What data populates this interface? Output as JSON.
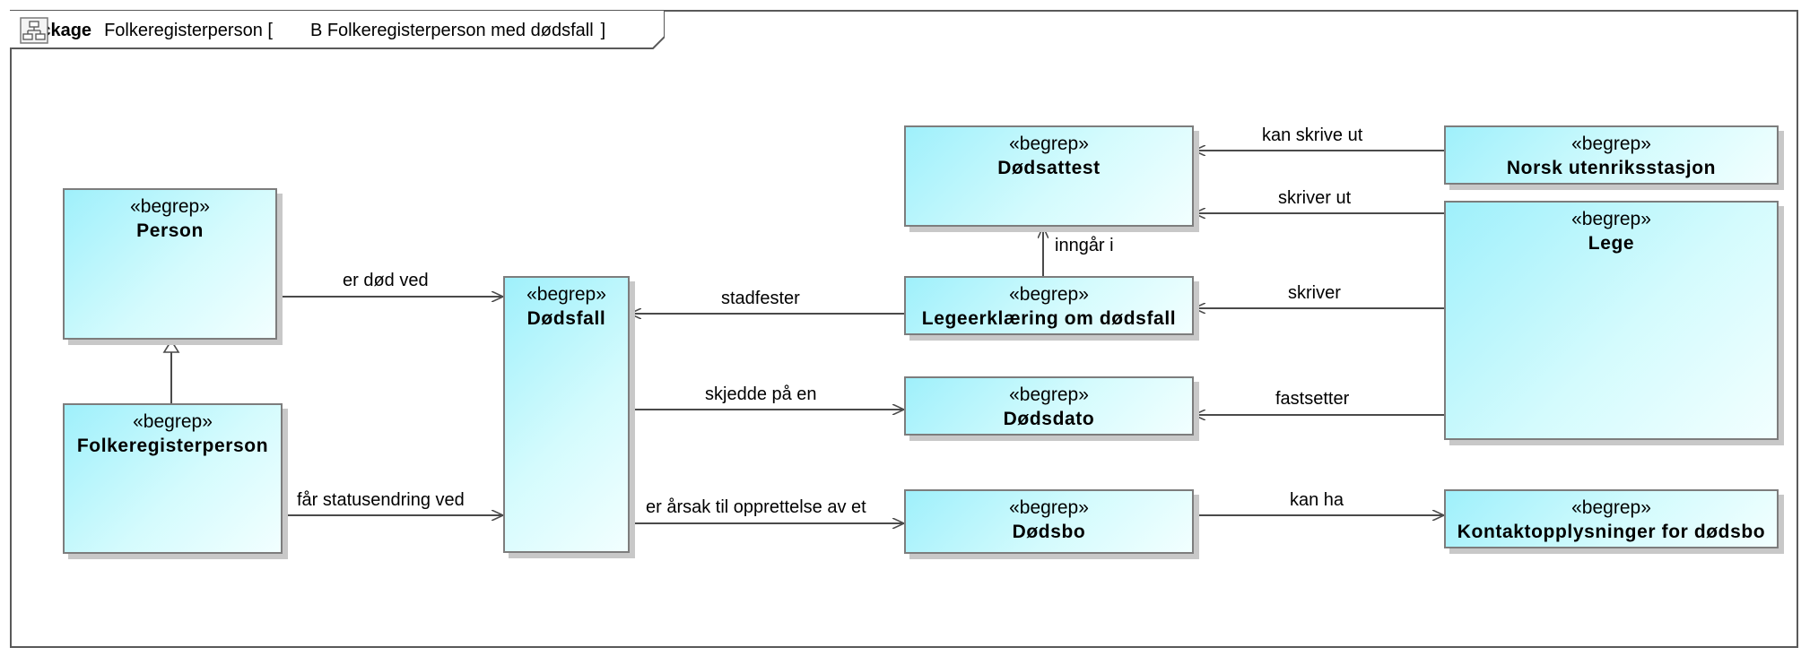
{
  "package": {
    "keyword": "package",
    "name": "Folkeregisterperson [",
    "diagram_title": "B Folkeregisterperson med dødsfall",
    "close": "]",
    "diagram_icon": "class-diagram-icon"
  },
  "stereotype": "«begrep»",
  "nodes": {
    "person": "Person",
    "folkeregisterperson": "Folkeregisterperson",
    "dodsfall": "Dødsfall",
    "dodsattest": "Dødsattest",
    "legeerklaering": "Legeerklæring om dødsfall",
    "dodsdato": "Dødsdato",
    "dodsbo": "Dødsbo",
    "norsk_utenriksstasjon": "Norsk utenriksstasjon",
    "lege": "Lege",
    "kontaktopplysninger": "Kontaktopplysninger for dødsbo"
  },
  "edges": {
    "er_dod_ved": "er død ved",
    "far_statusendring_ved": "får statusendring ved",
    "stadfester": "stadfester",
    "skjedde_pa_en": "skjedde på en",
    "er_arsak": "er årsak til opprettelse av et",
    "inngar_i": "inngår i",
    "kan_skrive_ut": "kan skrive ut",
    "skriver_ut": "skriver ut",
    "skriver": "skriver",
    "fastsetter": "fastsetter",
    "kan_ha": "kan ha"
  },
  "colors": {
    "node_fill_start": "#9ff0fb",
    "node_fill_end": "#f2ffff",
    "node_border": "#7d7d7d",
    "line": "#4a4a4a"
  }
}
